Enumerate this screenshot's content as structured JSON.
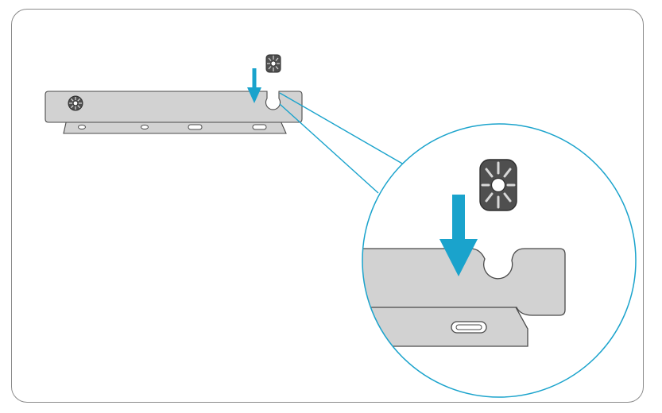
{
  "diagram": {
    "accent_color": "#1aa3cc",
    "plate_color": "#d2d2d2",
    "outline_color": "#4a4a4a",
    "knob_color": "#4f4f4f",
    "frame_border_color": "#8a8a8a",
    "icons": [
      "mounting-bracket",
      "thumb-screw",
      "down-arrow",
      "magnifier-circle"
    ]
  }
}
